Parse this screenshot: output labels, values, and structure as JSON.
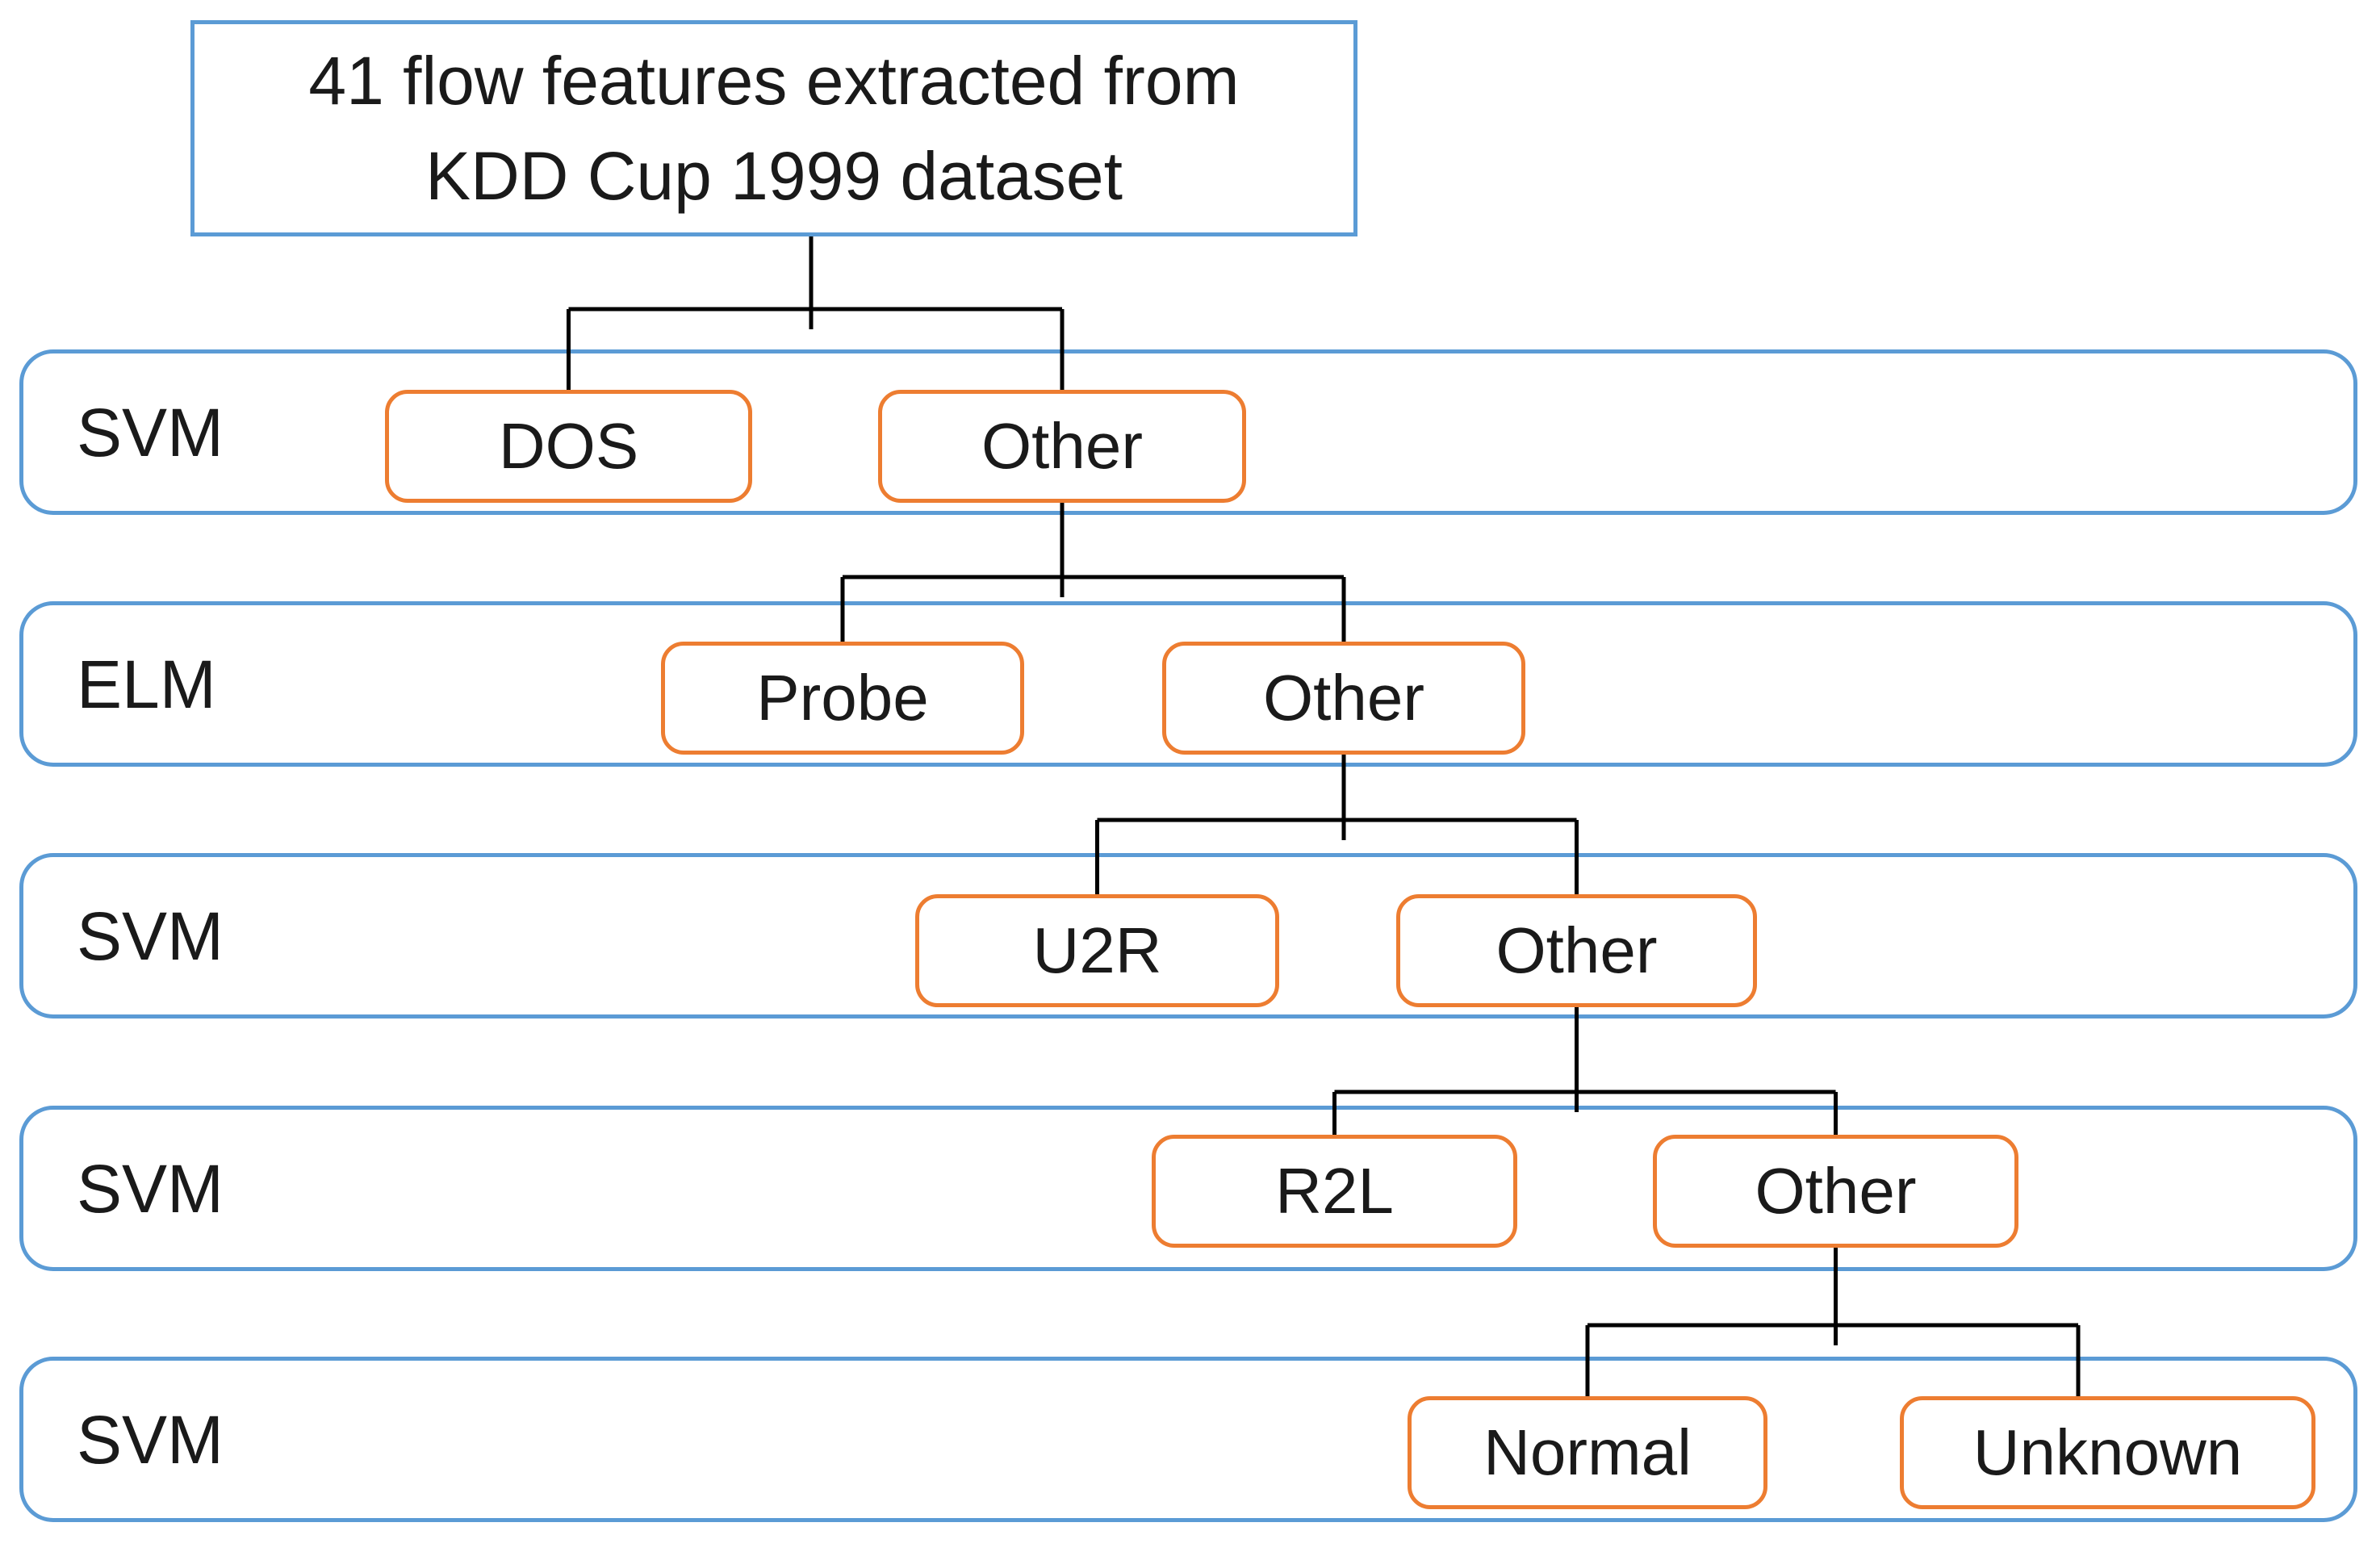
{
  "diagram": {
    "root": {
      "text_line1": "41 flow features extracted from",
      "text_line2": "KDD Cup 1999 dataset"
    },
    "stages": [
      {
        "classifier": "SVM",
        "nodes": [
          {
            "label": "DOS"
          },
          {
            "label": "Other"
          }
        ]
      },
      {
        "classifier": "ELM",
        "nodes": [
          {
            "label": "Probe"
          },
          {
            "label": "Other"
          }
        ]
      },
      {
        "classifier": "SVM",
        "nodes": [
          {
            "label": "U2R"
          },
          {
            "label": "Other"
          }
        ]
      },
      {
        "classifier": "SVM",
        "nodes": [
          {
            "label": "R2L"
          },
          {
            "label": "Other"
          }
        ]
      },
      {
        "classifier": "SVM",
        "nodes": [
          {
            "label": "Normal"
          },
          {
            "label": "Unknown"
          }
        ]
      }
    ],
    "colors": {
      "stage_border": "#5B9BD5",
      "node_border": "#ED7D31",
      "connector": "#000000",
      "text": "#1A1A1A",
      "background": "#FFFFFF"
    }
  }
}
